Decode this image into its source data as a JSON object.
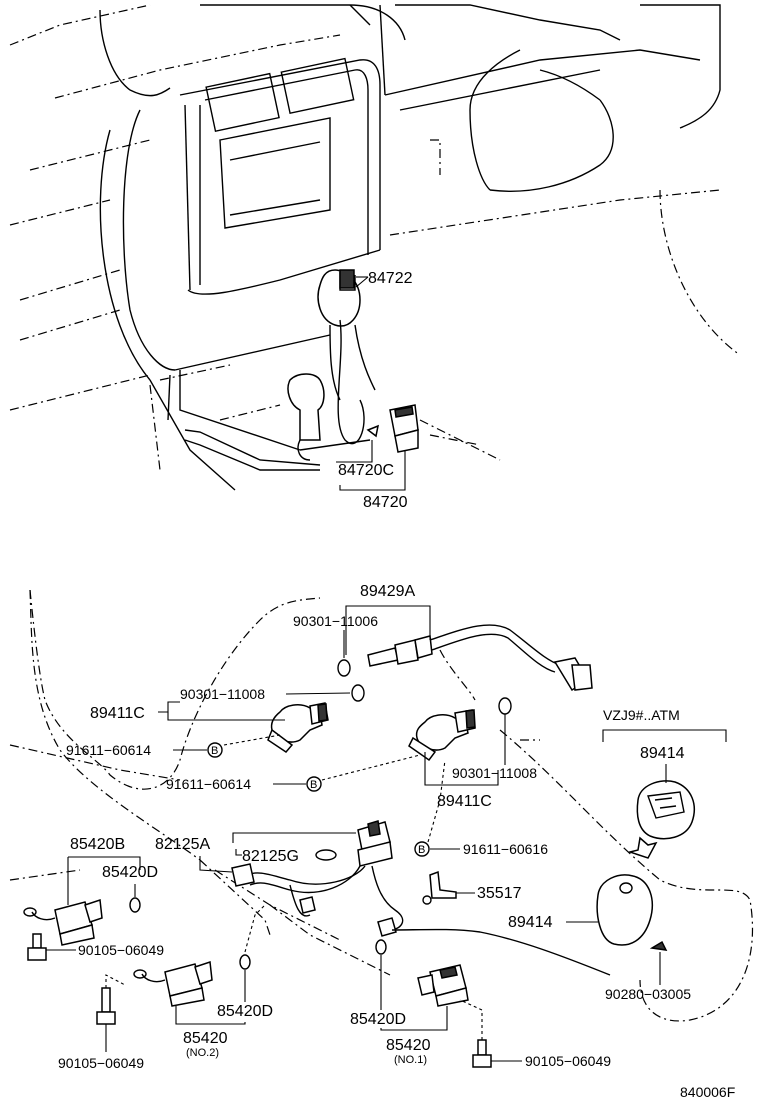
{
  "labels": {
    "l84722": "84722",
    "l84720C": "84720C",
    "l84720": "84720",
    "l89429A": "89429A",
    "l90301_11006": "90301−11006",
    "l89411C_left": "89411C",
    "l90301_11008_left": "90301−11008",
    "l91611_60614_a": "91611−60614",
    "l91611_60614_b": "91611−60614",
    "l90301_11008_right": "90301−11008",
    "l89411C_right": "89411C",
    "lVZJ9": "VZJ9#..ATM",
    "l89414_top": "89414",
    "l85420B": "85420B",
    "l82125A": "82125A",
    "l85420D_1": "85420D",
    "l82125G": "82125G",
    "l91611_60616": "91611−60616",
    "l35517": "35517",
    "l89414_mid": "89414",
    "l90105_06049_a": "90105−06049",
    "l85420D_2": "85420D",
    "l85420_left": "85420",
    "lNO2": "(NO.2)",
    "l90280_03005": "90280−03005",
    "l85420D_3": "85420D",
    "l85420_right": "85420",
    "lNO1": "(NO.1)",
    "l90105_06049_b": "90105−06049",
    "l90105_06049_c": "90105−06049",
    "lB1": "B",
    "lB2": "B",
    "lB3": "B",
    "lCode": "840006F"
  }
}
